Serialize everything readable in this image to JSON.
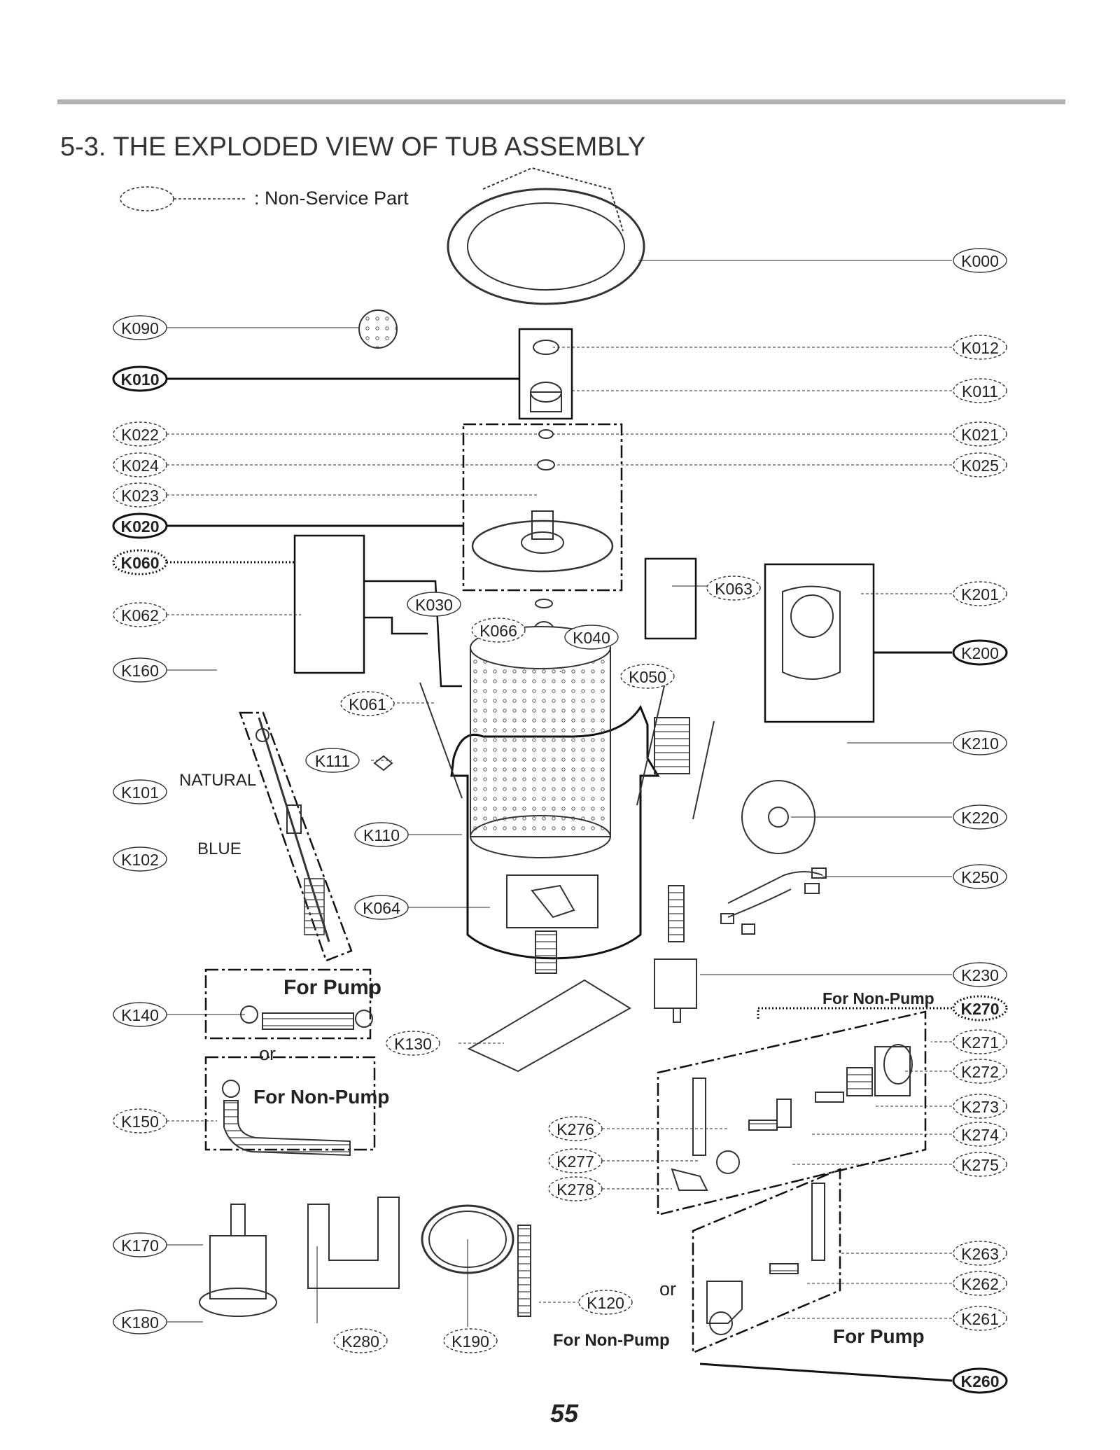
{
  "header": {
    "title": "5-3. THE EXPLODED VIEW OF TUB ASSEMBLY",
    "rule_color": "#b3b3b3"
  },
  "legend": {
    "text": ": Non-Service Part"
  },
  "parts": {
    "K000": "K000",
    "K090": "K090",
    "K010": "K010",
    "K012": "K012",
    "K011": "K011",
    "K022": "K022",
    "K024": "K024",
    "K023": "K023",
    "K020": "K020",
    "K021": "K021",
    "K025": "K025",
    "K060": "K060",
    "K062": "K062",
    "K030": "K030",
    "K063": "K063",
    "K201": "K201",
    "K066": "K066",
    "K040": "K040",
    "K160": "K160",
    "K200": "K200",
    "K050": "K050",
    "K061": "K061",
    "K210": "K210",
    "K111": "K111",
    "K101": "K101",
    "K220": "K220",
    "K110": "K110",
    "K102": "K102",
    "K250": "K250",
    "K064": "K064",
    "K230": "K230",
    "K140": "K140",
    "K270": "K270",
    "K130": "K130",
    "K271": "K271",
    "K272": "K272",
    "K150": "K150",
    "K273": "K273",
    "K274": "K274",
    "K276": "K276",
    "K275": "K275",
    "K277": "K277",
    "K278": "K278",
    "K170": "K170",
    "K263": "K263",
    "K262": "K262",
    "K120": "K120",
    "K261": "K261",
    "K180": "K180",
    "K280": "K280",
    "K190": "K190",
    "K260": "K260"
  },
  "annotations": {
    "natural": "NATURAL",
    "blue": "BLUE",
    "for_pump": "For Pump",
    "or": "or",
    "for_non_pump": "For Non-Pump"
  },
  "footer": {
    "page_number": "55"
  }
}
